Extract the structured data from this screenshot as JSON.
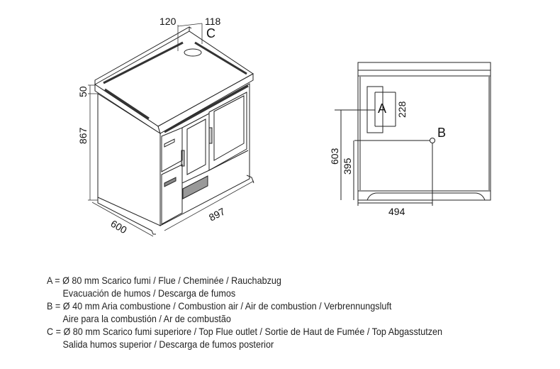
{
  "left_view": {
    "dims": {
      "height_top": "50",
      "height_body": "867",
      "depth": "600",
      "width": "897",
      "c_offset_left": "120",
      "c_offset_right": "118"
    },
    "label_c": "C"
  },
  "right_view": {
    "dims": {
      "a_height": "228",
      "a_from_floor": "603",
      "b_from_floor": "395",
      "b_from_side": "494"
    },
    "label_a": "A",
    "label_b": "B"
  },
  "legend": [
    {
      "main": "A = Ø 80 mm  Scarico fumi / Flue / Cheminée / Rauchabzug",
      "sub": "Evacuación de humos / Descarga de fumos"
    },
    {
      "main": "B = Ø 40 mm  Aria combustione / Combustion air / Air de combustion / Verbrennungsluft",
      "sub": "Aire para la combustión / Ar de combustão"
    },
    {
      "main": "C = Ø 80 mm  Scarico fumi superiore / Top Flue outlet / Sortie de Haut de Fumée / Top Abgasstutzen",
      "sub": "Salida humos superior / Descarga de fumos posterior"
    }
  ]
}
